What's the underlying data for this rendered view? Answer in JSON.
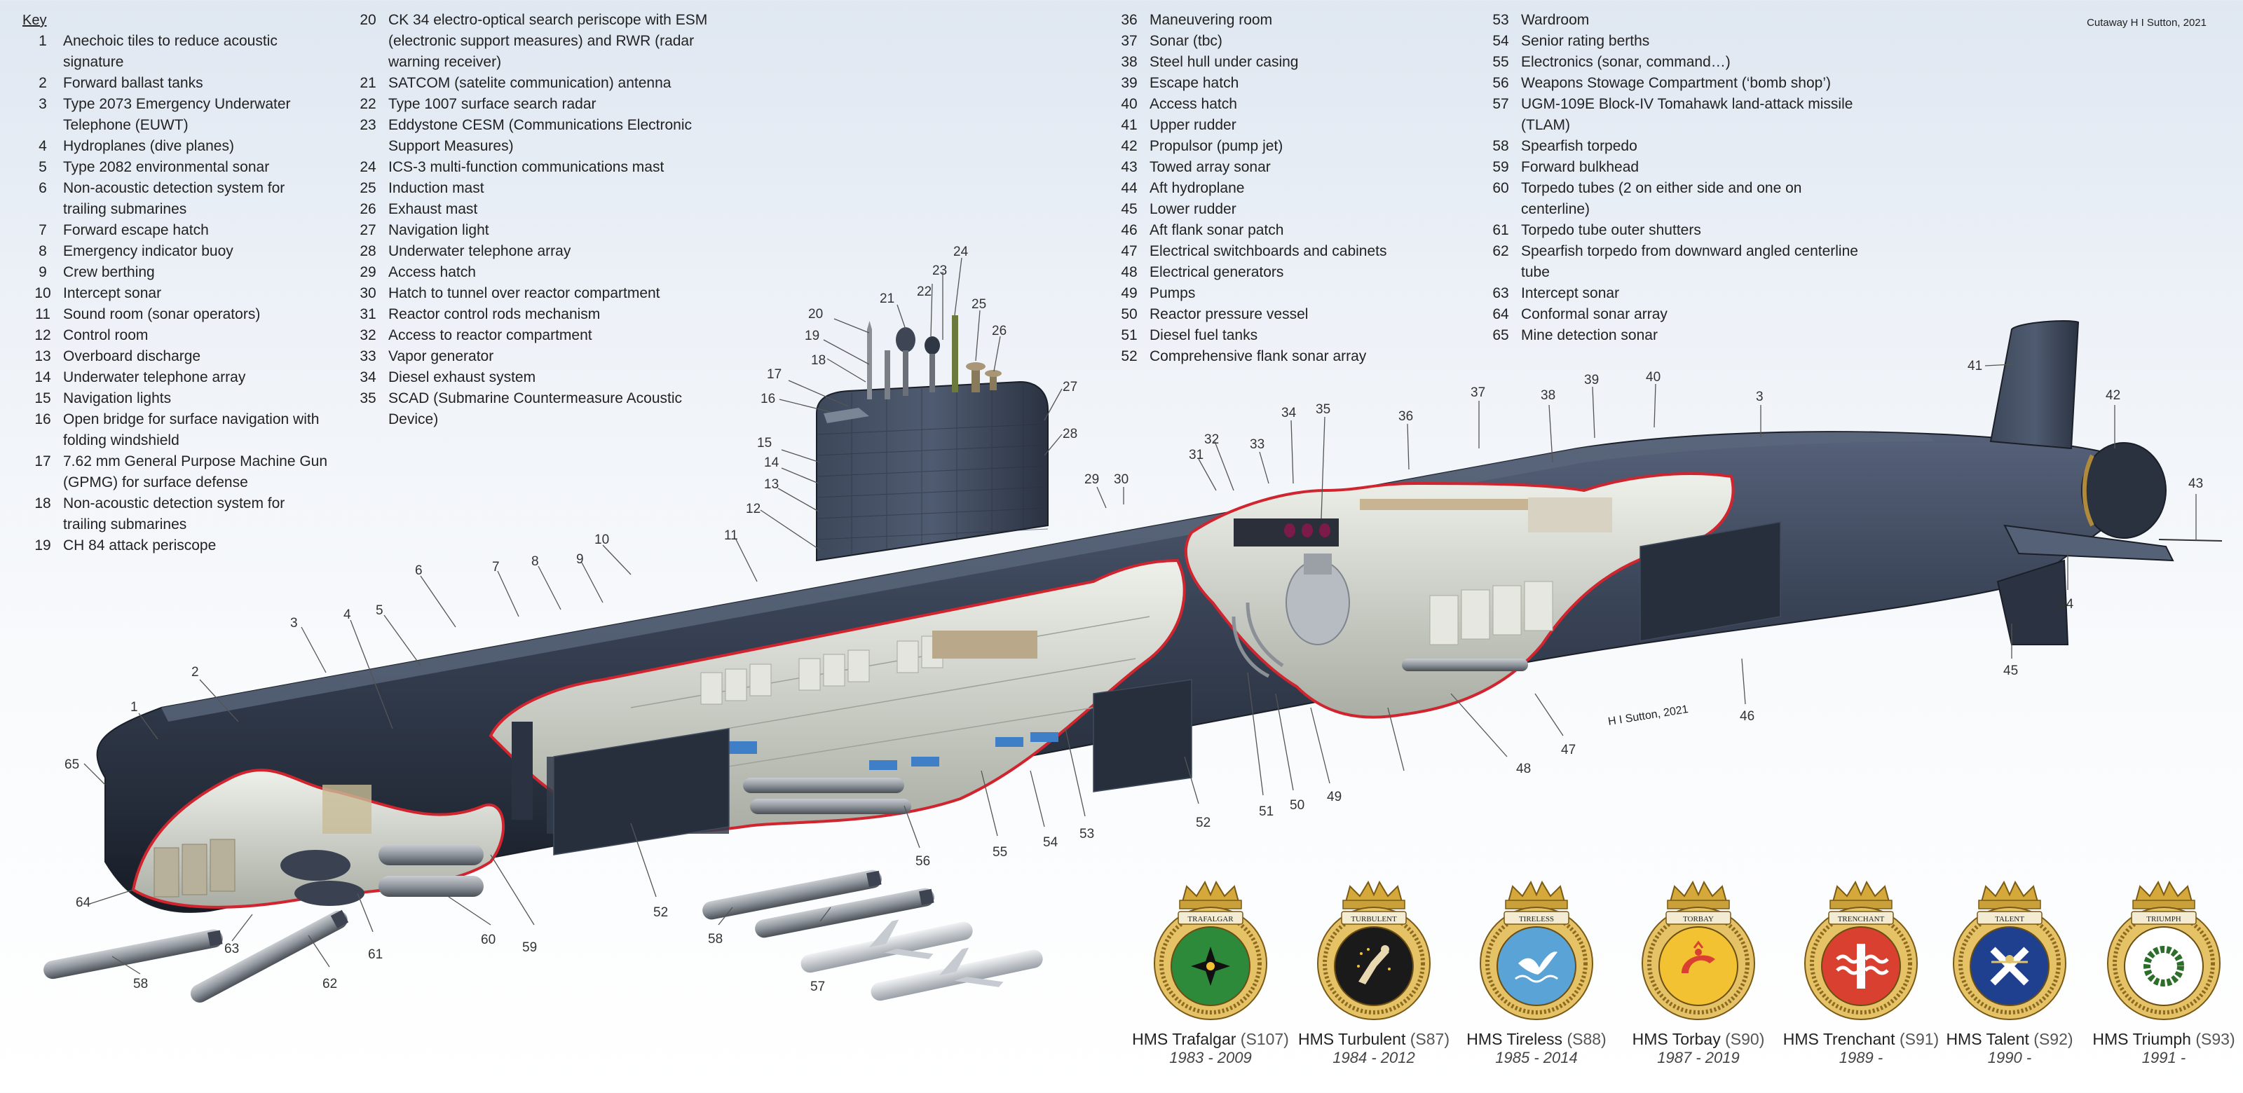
{
  "key": {
    "title": "Key",
    "col1": [
      {
        "n": "1",
        "t": "Anechoic tiles to reduce acoustic signature"
      },
      {
        "n": "2",
        "t": "Forward ballast tanks"
      },
      {
        "n": "3",
        "t": "Type 2073 Emergency Underwater Telephone (EUWT)"
      },
      {
        "n": "4",
        "t": "Hydroplanes (dive planes)"
      },
      {
        "n": "5",
        "t": "Type 2082 environmental sonar"
      },
      {
        "n": "6",
        "t": "Non-acoustic detection system for trailing submarines"
      },
      {
        "n": "7",
        "t": "Forward escape hatch"
      },
      {
        "n": "8",
        "t": "Emergency indicator buoy"
      },
      {
        "n": "9",
        "t": "Crew berthing"
      },
      {
        "n": "10",
        "t": "Intercept sonar"
      },
      {
        "n": "11",
        "t": "Sound room (sonar operators)"
      },
      {
        "n": "12",
        "t": "Control room"
      },
      {
        "n": "13",
        "t": "Overboard discharge"
      },
      {
        "n": "14",
        "t": "Underwater telephone array"
      },
      {
        "n": "15",
        "t": "Navigation lights"
      },
      {
        "n": "16",
        "t": "Open bridge for surface navigation with folding windshield"
      },
      {
        "n": "17",
        "t": "7.62 mm General Purpose Machine Gun (GPMG) for surface defense"
      },
      {
        "n": "18",
        "t": "Non-acoustic detection system for trailing submarines"
      },
      {
        "n": "19",
        "t": "CH 84 attack periscope"
      }
    ],
    "col2": [
      {
        "n": "20",
        "t": "CK 34 electro-optical search periscope with ESM (electronic support measures) and RWR (radar warning receiver)"
      },
      {
        "n": "21",
        "t": "SATCOM (satelite communication) antenna"
      },
      {
        "n": "22",
        "t": "Type 1007 surface search radar"
      },
      {
        "n": "23",
        "t": "Eddystone CESM (Communications Electronic Support Measures)"
      },
      {
        "n": "24",
        "t": "ICS-3 multi-function communications mast"
      },
      {
        "n": "25",
        "t": "Induction mast"
      },
      {
        "n": "26",
        "t": "Exhaust mast"
      },
      {
        "n": "27",
        "t": "Navigation light"
      },
      {
        "n": "28",
        "t": "Underwater telephone array"
      },
      {
        "n": "29",
        "t": "Access hatch"
      },
      {
        "n": "30",
        "t": "Hatch to tunnel over reactor compartment"
      },
      {
        "n": "31",
        "t": "Reactor control rods mechanism"
      },
      {
        "n": "32",
        "t": "Access to reactor compartment"
      },
      {
        "n": "33",
        "t": "Vapor generator"
      },
      {
        "n": "34",
        "t": "Diesel exhaust system"
      },
      {
        "n": "35",
        "t": "SCAD (Submarine Countermeasure Acoustic Device)"
      }
    ],
    "col3": [
      {
        "n": "36",
        "t": "Maneuvering room"
      },
      {
        "n": "37",
        "t": "Sonar (tbc)"
      },
      {
        "n": "38",
        "t": "Steel hull under casing"
      },
      {
        "n": "39",
        "t": "Escape hatch"
      },
      {
        "n": "40",
        "t": "Access hatch"
      },
      {
        "n": "41",
        "t": "Upper rudder"
      },
      {
        "n": "42",
        "t": "Propulsor (pump jet)"
      },
      {
        "n": "43",
        "t": "Towed array sonar"
      },
      {
        "n": "44",
        "t": "Aft hydroplane"
      },
      {
        "n": "45",
        "t": "Lower rudder"
      },
      {
        "n": "46",
        "t": "Aft flank sonar patch"
      },
      {
        "n": "47",
        "t": "Electrical switchboards and cabinets"
      },
      {
        "n": "48",
        "t": "Electrical generators"
      },
      {
        "n": "49",
        "t": "Pumps"
      },
      {
        "n": "50",
        "t": "Reactor pressure vessel"
      },
      {
        "n": "51",
        "t": "Diesel fuel tanks"
      },
      {
        "n": "52",
        "t": "Comprehensive flank sonar array"
      }
    ],
    "col4": [
      {
        "n": "53",
        "t": "Wardroom"
      },
      {
        "n": "54",
        "t": "Senior rating berths"
      },
      {
        "n": "55",
        "t": "Electronics (sonar, command…)"
      },
      {
        "n": "56",
        "t": "Weapons Stowage Compartment (‘bomb shop’)"
      },
      {
        "n": "57",
        "t": "UGM-109E Block-IV Tomahawk land-attack missile (TLAM)"
      },
      {
        "n": "58",
        "t": "Spearfish torpedo"
      },
      {
        "n": "59",
        "t": "Forward bulkhead"
      },
      {
        "n": "60",
        "t": "Torpedo tubes (2 on either side and one on centerline)"
      },
      {
        "n": "61",
        "t": "Torpedo tube outer shutters"
      },
      {
        "n": "62",
        "t": "Spearfish torpedo from downward angled centerline tube"
      },
      {
        "n": "63",
        "t": "Intercept sonar"
      },
      {
        "n": "64",
        "t": "Conformal sonar array"
      },
      {
        "n": "65",
        "t": "Mine detection sonar"
      }
    ]
  },
  "credit_top": "Cutaway H I Sutton, 2021",
  "credit_hull": "H I Sutton, 2021",
  "callouts": [
    "1",
    "2",
    "3",
    "4",
    "5",
    "6",
    "7",
    "8",
    "9",
    "10",
    "11",
    "12",
    "13",
    "14",
    "15",
    "16",
    "17",
    "18",
    "19",
    "20",
    "21",
    "22",
    "23",
    "24",
    "25",
    "26",
    "27",
    "28",
    "29",
    "30",
    "31",
    "32",
    "33",
    "34",
    "35",
    "36",
    "37",
    "38",
    "39",
    "40",
    "41",
    "42",
    "43",
    "44",
    "45",
    "46",
    "47",
    "48",
    "49",
    "50",
    "51",
    "52",
    "52",
    "53",
    "54",
    "55",
    "56",
    "57",
    "58",
    "58",
    "59",
    "60",
    "61",
    "62",
    "63",
    "64",
    "65"
  ],
  "crests": [
    {
      "motto": "TRAFALGAR",
      "name": "HMS Trafalgar",
      "pennant": "(S107)",
      "years": "1983 - 2009",
      "field": "#2c8a3a",
      "icon": "cross"
    },
    {
      "motto": "TURBULENT",
      "name": "HMS Turbulent",
      "pennant": "(S87)",
      "years": "1984 - 2012",
      "field": "#1a1a1a",
      "icon": "arm"
    },
    {
      "motto": "TIRELESS",
      "name": "HMS Tireless",
      "pennant": "(S88)",
      "years": "1985 - 2014",
      "field": "#5aa3d6",
      "icon": "bird"
    },
    {
      "motto": "TORBAY",
      "name": "HMS Torbay",
      "pennant": "(S90)",
      "years": "1987 - 2019",
      "field": "#f2c233",
      "icon": "horn"
    },
    {
      "motto": "TRENCHANT",
      "name": "HMS Trenchant",
      "pennant": "(S91)",
      "years": "1989 -",
      "field": "#d9402f",
      "icon": "waves"
    },
    {
      "motto": "TALENT",
      "name": "HMS Talent",
      "pennant": "(S92)",
      "years": "1990 -",
      "field": "#1f3f8f",
      "icon": "saltire"
    },
    {
      "motto": "TRIUMPH",
      "name": "HMS Triumph",
      "pennant": "(S93)",
      "years": "1991 -",
      "field": "#ffffff",
      "icon": "wreath"
    }
  ],
  "colors": {
    "hull": "#2e3848",
    "hull_light": "#4a5668",
    "cutaway_edge": "#d0252f",
    "interior": "#d9dccf"
  }
}
